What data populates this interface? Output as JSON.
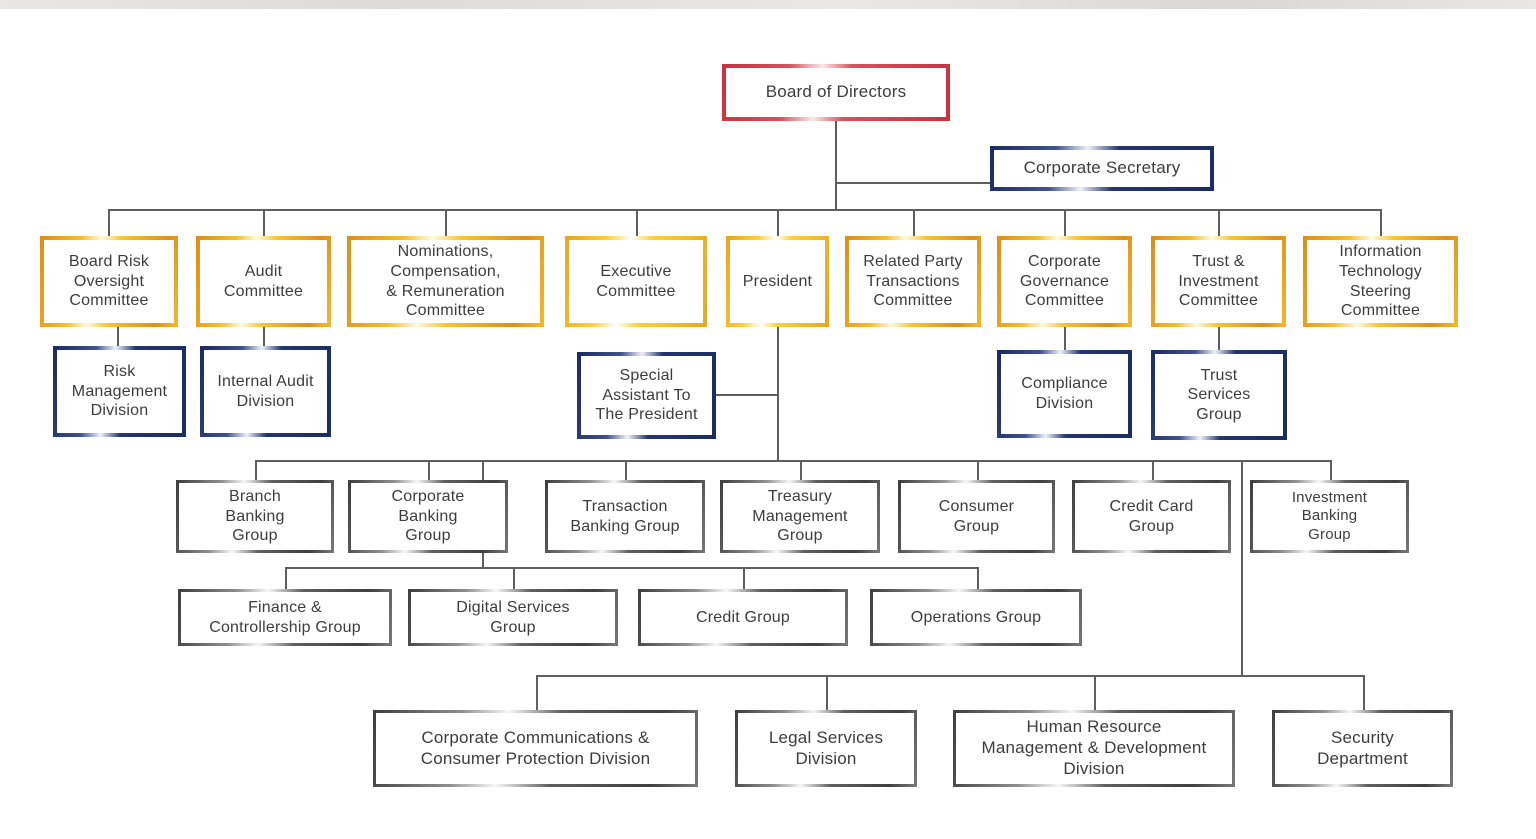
{
  "chart_type": "org-chart",
  "colors": {
    "board_border": "#cf3a45",
    "committee_border": "#eca323",
    "division_border": "#1f3068",
    "group_border": "#4c4c4c",
    "connector": "#5f5f5f",
    "text": "#3d3d3d"
  },
  "nodes": {
    "board": "Board of Directors",
    "secretary": "Corporate Secretary",
    "board_risk": "Board Risk\nOversight\nCommittee",
    "audit": "Audit\nCommittee",
    "nominations": "Nominations,\nCompensation,\n&  Remuneration\nCommittee",
    "executive": "Executive\nCommittee",
    "president": "President",
    "related_party": "Related Party\nTransactions\nCommittee",
    "corp_governance": "Corporate\nGovernance\nCommittee",
    "trust_investment": "Trust &\nInvestment\nCommittee",
    "it_steering": "Information\nTechnology\nSteering\nCommittee",
    "risk_mgmt": "Risk\nManagement\nDivision",
    "internal_audit": "Internal Audit\nDivision",
    "special_assistant": "Special\nAssistant To\nThe President",
    "compliance": "Compliance\nDivision",
    "trust_services": "Trust\nServices\nGroup",
    "branch_banking": "Branch\nBanking\nGroup",
    "corporate_banking": "Corporate\nBanking\nGroup",
    "transaction_banking": "Transaction\nBanking Group",
    "treasury_mgmt": "Treasury\nManagement\nGroup",
    "consumer": "Consumer\nGroup",
    "credit_card": "Credit Card\nGroup",
    "investment_banking": "Investment\nBanking\nGroup",
    "finance_controllership": "Finance &\nControllership Group",
    "digital_services": "Digital Services\nGroup",
    "credit": "Credit Group",
    "operations": "Operations Group",
    "corp_comms": "Corporate Communications &\nConsumer Protection Division",
    "legal_services": "Legal Services\nDivision",
    "hr_mgmt": "Human Resource\nManagement & Development\nDivision",
    "security": "Security\nDepartment"
  }
}
